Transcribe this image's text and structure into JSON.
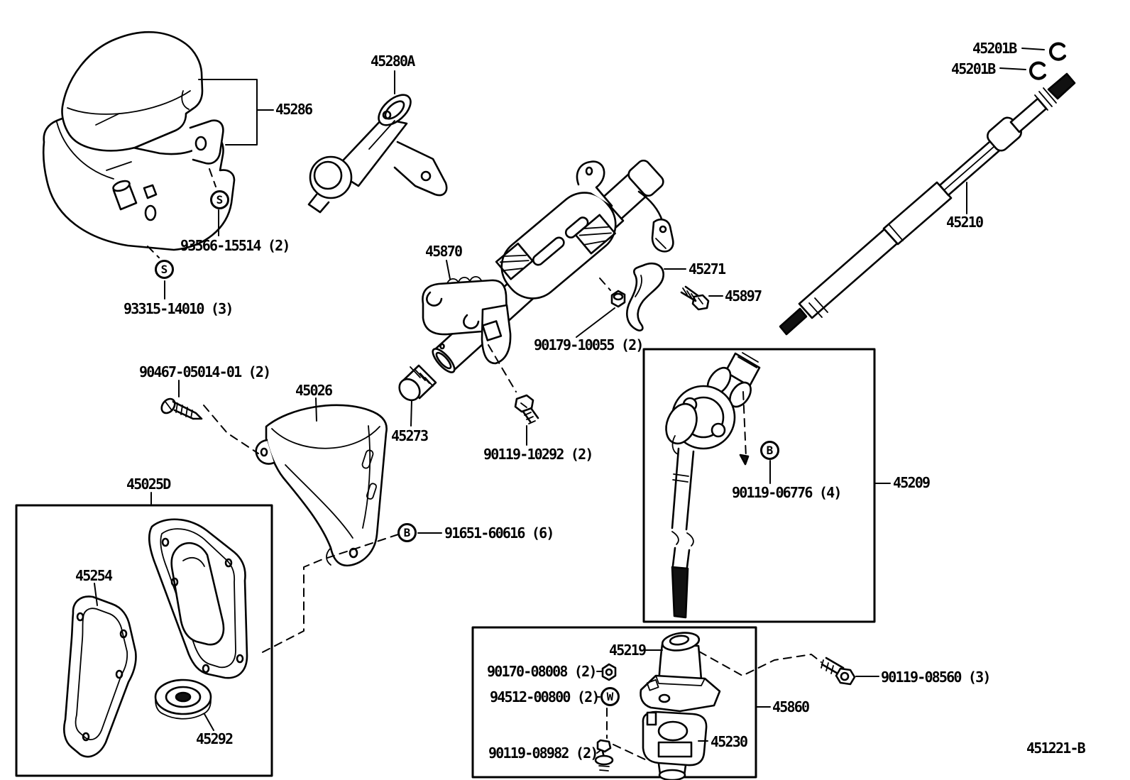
{
  "diagram": {
    "code": "451221-B",
    "background": "#ffffff",
    "line_color": "#000000",
    "type": "exploded-parts-diagram",
    "subject": "steering column and shaft"
  },
  "labels": {
    "p45286": "45286",
    "p45280A": "45280A",
    "p45201B_upper": "45201B",
    "p45201B_lower": "45201B",
    "p45210": "45210",
    "p45870": "45870",
    "p45271": "45271",
    "p45897": "45897",
    "p93566_15514": "93566-15514 (2)",
    "p93315_14010": "93315-14010 (3)",
    "p90179_10055": "90179-10055 (2)",
    "p90467_05014": "90467-05014-01 (2)",
    "p45026": "45026",
    "p45273": "45273",
    "p90119_10292": "90119-10292 (2)",
    "p45025D": "45025D",
    "p91651_60616": "91651-60616 (6)",
    "p45254": "45254",
    "p45292": "45292",
    "p45209": "45209",
    "p90119_06776": "90119-06776 (4)",
    "p45219": "45219",
    "p90170_08008": "90170-08008 (2)",
    "p94512_00800": "94512-00800 (2)",
    "p90119_08982": "90119-08982 (2)",
    "p45230": "45230",
    "p45860": "45860",
    "p90119_08560": "90119-08560 (3)"
  },
  "callouts": {
    "s_upper": "S",
    "s_lower": "S",
    "b_cover": "B",
    "b_shaft": "B",
    "w_washer": "W"
  }
}
